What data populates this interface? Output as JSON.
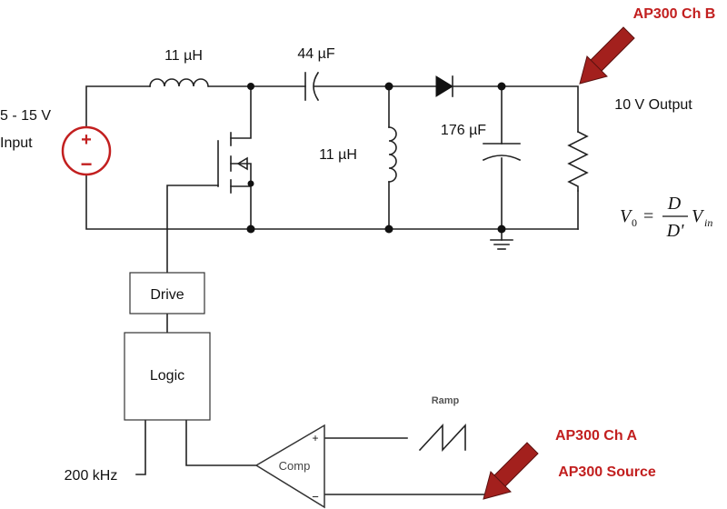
{
  "labels": {
    "input_voltage": "5 - 15 V",
    "input_word": "Input",
    "inductor_top": "11 µH",
    "capacitor_series": "44 µF",
    "inductor_shunt": "11 µH",
    "capacitor_output": "176 µF",
    "output": "10 V Output",
    "drive": "Drive",
    "logic": "Logic",
    "frequency": "200 kHz",
    "comparator": "Comp",
    "comp_plus": "+",
    "comp_minus": "−",
    "ramp": "Ramp",
    "source_plus": "+",
    "source_minus": "−"
  },
  "probes": {
    "ch_b": "AP300 Ch B",
    "ch_a": "AP300 Ch A",
    "source": "AP300 Source"
  },
  "equation": {
    "lhs": "V",
    "lhs_sub": "0",
    "equals": "=",
    "numerator": "D",
    "denominator": "D'",
    "rhs": "V",
    "rhs_sub": "in"
  },
  "colors": {
    "accent": "#c21f1f",
    "arrow": "#a3201d",
    "wire": "#222222"
  }
}
